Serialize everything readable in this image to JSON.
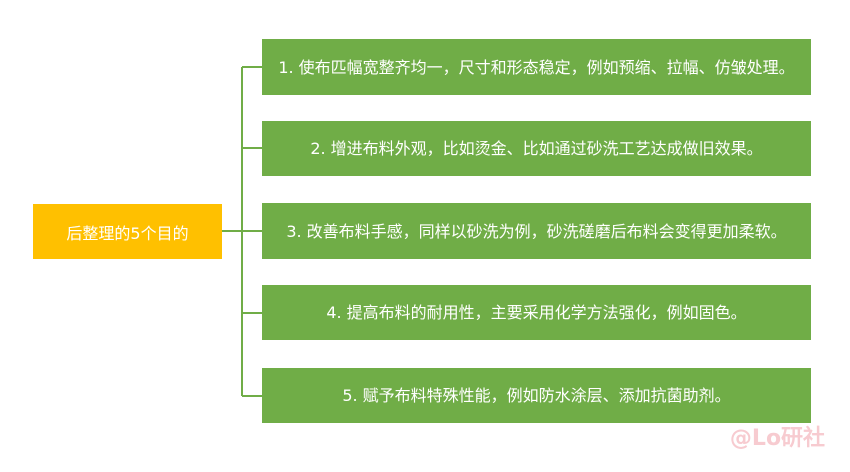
{
  "root": {
    "label": "后整理的5个目的"
  },
  "items": [
    {
      "label": "1. 使布匹幅宽整齐均一，尺寸和形态稳定，例如预缩、拉幅、仿皱处理。"
    },
    {
      "label": "2. 增进布料外观，比如烫金、比如通过砂洗工艺达成做旧效果。"
    },
    {
      "label": "3. 改善布料手感，同样以砂洗为例，砂洗磋磨后布料会变得更加柔软。"
    },
    {
      "label": "4. 提高布料的耐用性，主要采用化学方法强化，例如固色。"
    },
    {
      "label": "5. 赋予布料特殊性能，例如防水涂层、添加抗菌助剂。"
    }
  ],
  "watermark": {
    "text": "@Lo研社"
  },
  "colors": {
    "root_fill": "#FFC000",
    "leaf_fill": "#70AD47",
    "connector": "#70AD47"
  }
}
